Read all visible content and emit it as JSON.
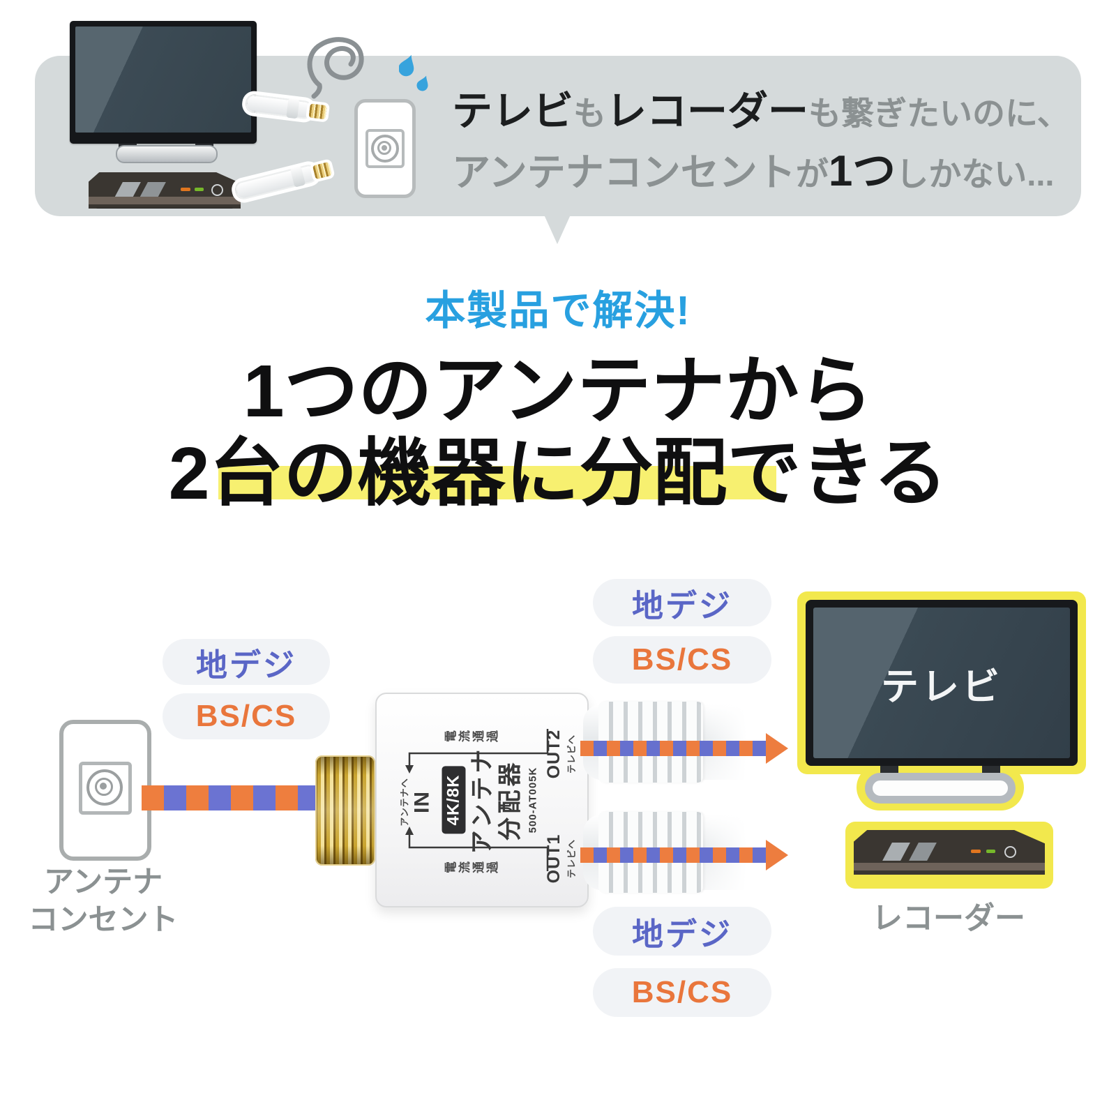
{
  "colors": {
    "panel_gray": "#d5dadb",
    "accent_blue": "#28a0e0",
    "highlight_yellow": "#f7f070",
    "device_glow_yellow": "#f2e84d",
    "signal_indigo": "#6b73d2",
    "signal_orange": "#ee7e3e",
    "text_gray": "#8b9192",
    "text_black": "#0f0f10"
  },
  "problem": {
    "l1_strong1": "テレビ",
    "l1_gray1": "も",
    "l1_strong2": "レコーダー",
    "l1_gray2": "も繋ぎたいのに、",
    "l2_gray1": "アンテナコンセント",
    "l2_gray2": "が",
    "l2_strong": "1つ",
    "l2_gray3": "しかない..."
  },
  "solution": {
    "lead": "本製品で解決!",
    "headline_line1": "1つのアンテナから",
    "headline_line2": "2台の機器に分配できる"
  },
  "labels": {
    "terrestrial": "地デジ",
    "satellite": "BS/CS"
  },
  "outlet": {
    "caption_line1": "アンテナ",
    "caption_line2": "コンセント"
  },
  "device": {
    "badge": "4K/8K",
    "name_line1": "アンテナ",
    "name_line2": "分配器",
    "model": "500-AT005K",
    "in_port": "IN",
    "to_antenna": "アンテナへ",
    "out1": "OUT1",
    "out2": "OUT2",
    "to_tv": "テレビへ",
    "current_pass": "電流通過"
  },
  "tv": {
    "label": "テレビ"
  },
  "recorder": {
    "label": "レコーダー"
  }
}
